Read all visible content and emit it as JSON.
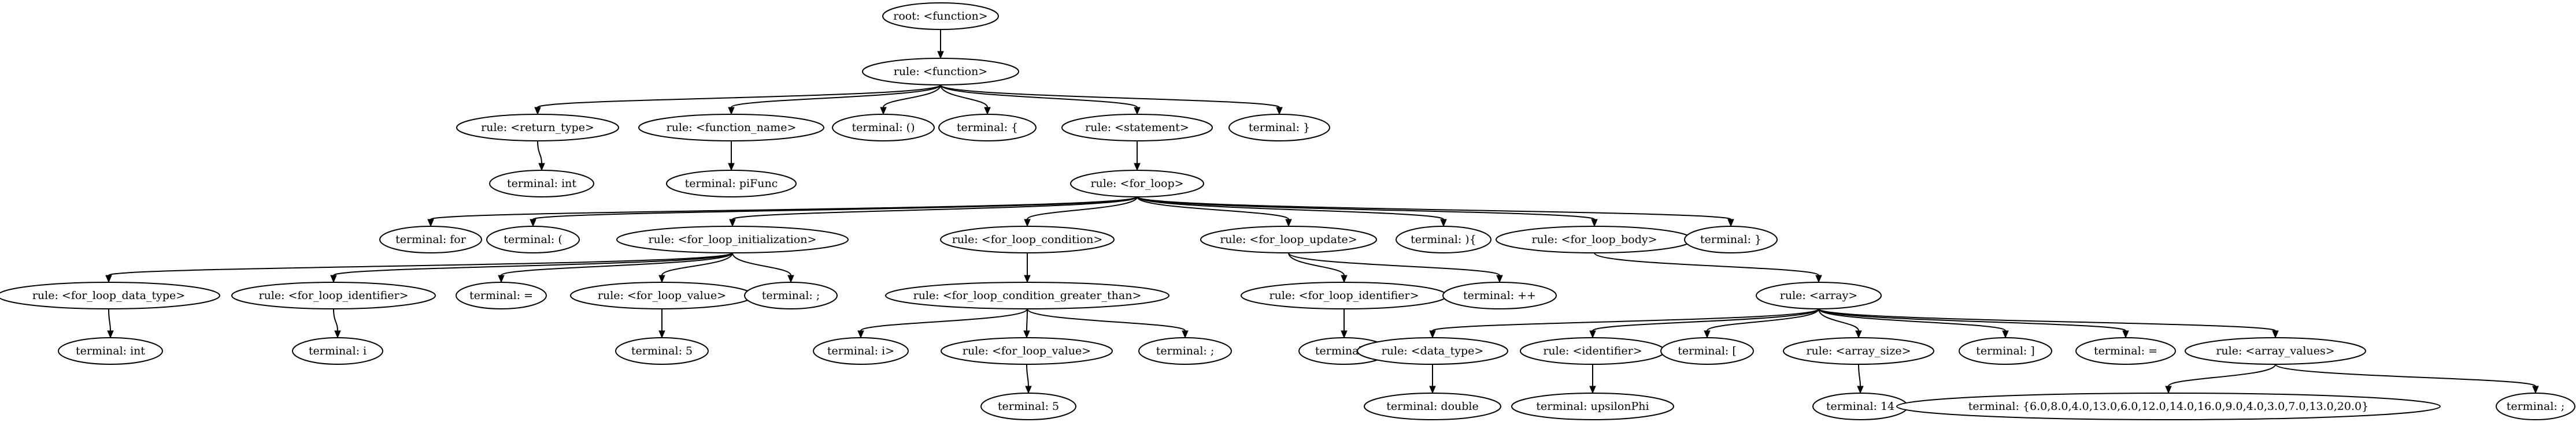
{
  "nodes": [
    {
      "id": "n0",
      "label": "root: <function>"
    },
    {
      "id": "n1",
      "label": "rule: <function>"
    },
    {
      "id": "n2",
      "label": "rule: <return_type>"
    },
    {
      "id": "n3",
      "label": "rule: <function_name>"
    },
    {
      "id": "n4",
      "label": "terminal: ()"
    },
    {
      "id": "n5",
      "label": "terminal: {"
    },
    {
      "id": "n6",
      "label": "rule: <statement>"
    },
    {
      "id": "n7",
      "label": "terminal: }"
    },
    {
      "id": "n8",
      "label": "terminal: int"
    },
    {
      "id": "n9",
      "label": "terminal: piFunc"
    },
    {
      "id": "n10",
      "label": "rule: <for_loop>"
    },
    {
      "id": "n11",
      "label": "terminal: for"
    },
    {
      "id": "n12",
      "label": "terminal: ("
    },
    {
      "id": "n13",
      "label": "rule: <for_loop_initialization>"
    },
    {
      "id": "n14",
      "label": "rule: <for_loop_condition>"
    },
    {
      "id": "n15",
      "label": "rule: <for_loop_update>"
    },
    {
      "id": "n16",
      "label": "terminal: ){"
    },
    {
      "id": "n17",
      "label": "rule: <for_loop_body>"
    },
    {
      "id": "n18",
      "label": "terminal: }"
    },
    {
      "id": "n19",
      "label": "rule: <for_loop_data_type>"
    },
    {
      "id": "n20",
      "label": "rule: <for_loop_identifier>"
    },
    {
      "id": "n21",
      "label": "terminal: ="
    },
    {
      "id": "n22",
      "label": "rule: <for_loop_value>"
    },
    {
      "id": "n23",
      "label": "terminal: ;"
    },
    {
      "id": "n24",
      "label": "rule: <for_loop_condition_greater_than>"
    },
    {
      "id": "n25",
      "label": "rule: <for_loop_identifier>"
    },
    {
      "id": "n26",
      "label": "terminal: ++"
    },
    {
      "id": "n27",
      "label": "rule: <array>"
    },
    {
      "id": "n28",
      "label": "terminal: int"
    },
    {
      "id": "n29",
      "label": "terminal: i"
    },
    {
      "id": "n30",
      "label": "terminal: 5"
    },
    {
      "id": "n31",
      "label": "terminal: i>"
    },
    {
      "id": "n32",
      "label": "rule: <for_loop_value>"
    },
    {
      "id": "n33",
      "label": "terminal: ;"
    },
    {
      "id": "n34",
      "label": "terminal: i"
    },
    {
      "id": "n35",
      "label": "rule: <data_type>"
    },
    {
      "id": "n36",
      "label": "rule: <identifier>"
    },
    {
      "id": "n37",
      "label": "terminal: ["
    },
    {
      "id": "n38",
      "label": "rule: <array_size>"
    },
    {
      "id": "n39",
      "label": "terminal: ]"
    },
    {
      "id": "n40",
      "label": "terminal: ="
    },
    {
      "id": "n41",
      "label": "rule: <array_values>"
    },
    {
      "id": "n42",
      "label": "terminal: 5"
    },
    {
      "id": "n43",
      "label": "terminal: double"
    },
    {
      "id": "n44",
      "label": "terminal: upsilonPhi"
    },
    {
      "id": "n45",
      "label": "terminal: 14"
    },
    {
      "id": "n46",
      "label": "terminal: {6.0,8.0,4.0,13.0,6.0,12.0,14.0,16.0,9.0,4.0,3.0,7.0,13.0,20.0}"
    },
    {
      "id": "n47",
      "label": "terminal: ;"
    }
  ],
  "edges": [
    [
      "n0",
      "n1"
    ],
    [
      "n1",
      "n2"
    ],
    [
      "n1",
      "n3"
    ],
    [
      "n1",
      "n4"
    ],
    [
      "n1",
      "n5"
    ],
    [
      "n1",
      "n6"
    ],
    [
      "n1",
      "n7"
    ],
    [
      "n2",
      "n8"
    ],
    [
      "n3",
      "n9"
    ],
    [
      "n6",
      "n10"
    ],
    [
      "n10",
      "n11"
    ],
    [
      "n10",
      "n12"
    ],
    [
      "n10",
      "n13"
    ],
    [
      "n10",
      "n14"
    ],
    [
      "n10",
      "n15"
    ],
    [
      "n10",
      "n16"
    ],
    [
      "n10",
      "n17"
    ],
    [
      "n10",
      "n18"
    ],
    [
      "n13",
      "n19"
    ],
    [
      "n13",
      "n20"
    ],
    [
      "n13",
      "n21"
    ],
    [
      "n13",
      "n22"
    ],
    [
      "n13",
      "n23"
    ],
    [
      "n14",
      "n24"
    ],
    [
      "n15",
      "n25"
    ],
    [
      "n15",
      "n26"
    ],
    [
      "n17",
      "n27"
    ],
    [
      "n19",
      "n28"
    ],
    [
      "n20",
      "n29"
    ],
    [
      "n22",
      "n30"
    ],
    [
      "n24",
      "n31"
    ],
    [
      "n24",
      "n32"
    ],
    [
      "n24",
      "n33"
    ],
    [
      "n25",
      "n34"
    ],
    [
      "n27",
      "n35"
    ],
    [
      "n27",
      "n36"
    ],
    [
      "n27",
      "n37"
    ],
    [
      "n27",
      "n38"
    ],
    [
      "n27",
      "n39"
    ],
    [
      "n27",
      "n40"
    ],
    [
      "n27",
      "n41"
    ],
    [
      "n32",
      "n42"
    ],
    [
      "n35",
      "n43"
    ],
    [
      "n36",
      "n44"
    ],
    [
      "n38",
      "n45"
    ],
    [
      "n41",
      "n46"
    ],
    [
      "n41",
      "n47"
    ]
  ]
}
